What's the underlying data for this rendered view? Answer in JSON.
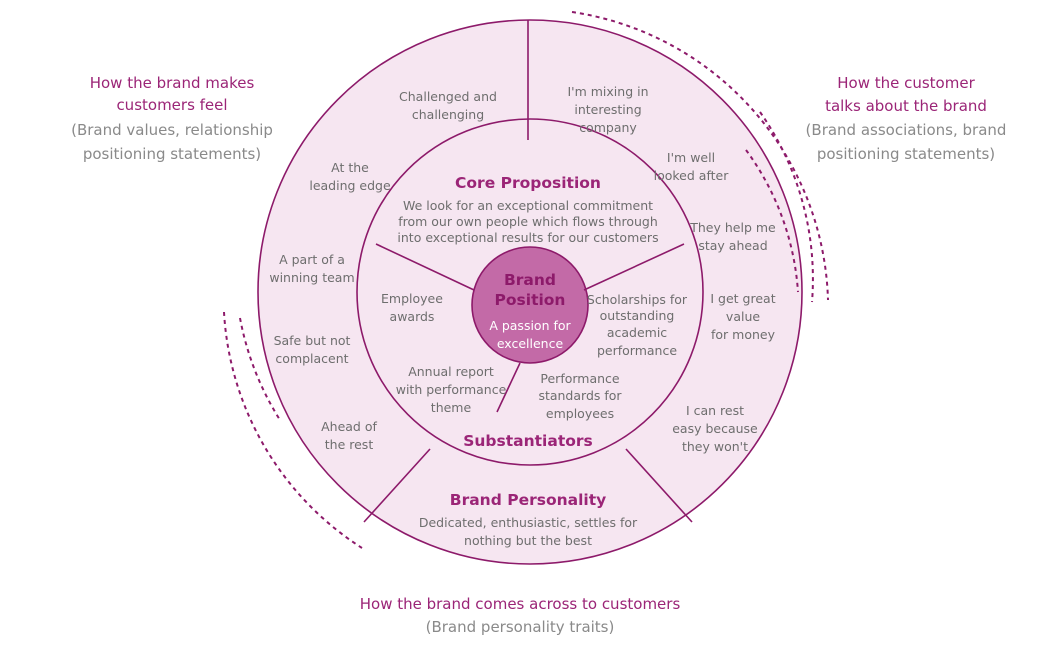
{
  "colors": {
    "accent": "#9b2577",
    "ring_fill": "#f6e6f1",
    "center_fill": "#c36aa7",
    "stroke": "#8d1a6a",
    "muted_text": "#6e6e6e"
  },
  "captions": {
    "top_left": {
      "title": [
        "How the brand makes",
        "customers feel"
      ],
      "sub": [
        "(Brand values, relationship",
        "positioning statements)"
      ]
    },
    "top_right": {
      "title": [
        "How the customer",
        "talks about the brand"
      ],
      "sub": [
        "(Brand associations, brand",
        "positioning statements)"
      ]
    },
    "bottom": {
      "title": [
        "How the brand comes across to customers"
      ],
      "sub": [
        "(Brand personality traits)"
      ]
    }
  },
  "outer_left": [
    [
      "Challenged and",
      "challenging"
    ],
    [
      "At the",
      "leading edge"
    ],
    [
      "A part of a",
      "winning team"
    ],
    [
      "Safe but not",
      "complacent"
    ],
    [
      "Ahead of",
      "the rest"
    ]
  ],
  "outer_right": [
    [
      "I'm mixing in",
      "interesting",
      "company"
    ],
    [
      "I'm well",
      "looked after"
    ],
    [
      "They help me",
      "stay ahead"
    ],
    [
      "I get great",
      "value",
      "for money"
    ],
    [
      "I can rest",
      "easy because",
      "they won't"
    ]
  ],
  "core_proposition": {
    "title": "Core Proposition",
    "body": [
      "We look for an exceptional commitment",
      "from our own people which flows through",
      "into exceptional results for our customers"
    ]
  },
  "substantiators": {
    "title": "Substantiators",
    "items": [
      [
        "Employee",
        "awards"
      ],
      [
        "Scholarships for",
        "outstanding",
        "academic",
        "performance"
      ],
      [
        "Annual report",
        "with performance",
        "theme"
      ],
      [
        "Performance",
        "standards for",
        "employees"
      ]
    ]
  },
  "brand_position": {
    "title": [
      "Brand",
      "Position"
    ],
    "sub": [
      "A passion for",
      "excellence"
    ]
  },
  "brand_personality": {
    "title": "Brand Personality",
    "body": [
      "Dedicated, enthusiastic, settles for",
      "nothing but the best"
    ]
  }
}
